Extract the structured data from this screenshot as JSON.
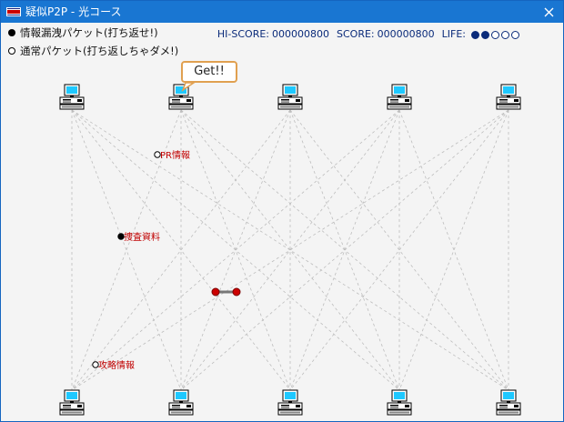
{
  "window": {
    "title": "疑似P2P - 光コース"
  },
  "legend": {
    "leak_packet": "情報漏洩パケット(打ち返せ!)",
    "normal_packet": "通常パケット(打ち返しちゃダメ!)"
  },
  "hud": {
    "hiscore_label": "HI-SCORE:",
    "hiscore_value": "000000800",
    "score_label": "SCORE:",
    "score_value": "000000800",
    "life_label": "LIFE:",
    "life_filled": 2,
    "life_total": 5
  },
  "bubble": {
    "text": "Get!!"
  },
  "nodes": {
    "top_count": 5,
    "bottom_count": 5
  },
  "packets": [
    {
      "label": "PR情報",
      "kind": "normal"
    },
    {
      "label": "捜査資料",
      "kind": "leak"
    },
    {
      "label": "攻略情報",
      "kind": "normal"
    }
  ],
  "colors": {
    "titlebar": "#1976d2",
    "packet_label": "#c00000",
    "paddle": "#cc0000",
    "hud": "#0b2b7a",
    "bubble_border": "#e0a050",
    "link_line": "#bdbdbd"
  }
}
